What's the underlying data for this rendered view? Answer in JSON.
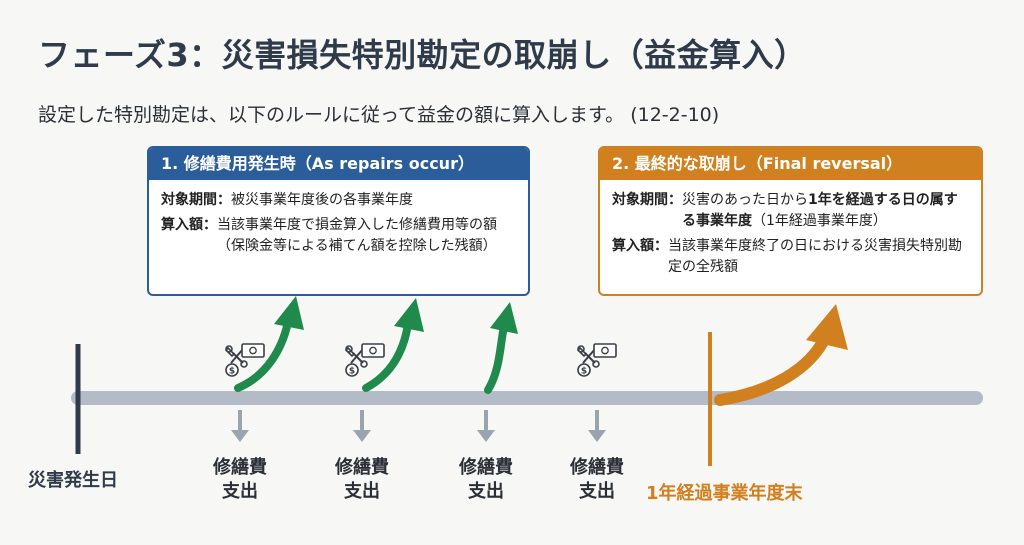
{
  "title": "フェーズ3：災害損失特別勘定の取崩し（益金算入）",
  "subtitle": "設定した特別勘定は、以下のルールに従って益金の額に算入します。 (12-2-10)",
  "box1": {
    "header": "1. 修繕費用発生時（As repairs occur）",
    "period_label": "対象期間：",
    "period_value": "被災事業年度後の各事業年度",
    "amount_label": "算入額：",
    "amount_value": "当該事業年度で損金算入した修繕費用等の額（保険金等による補てん額を控除した残額）"
  },
  "box2": {
    "header": "2. 最終的な取崩し（Final reversal）",
    "period_label": "対象期間：",
    "period_value_pre": "災害のあった日から",
    "period_value_bold": "1年を経過する日の属する事業年度",
    "period_value_post": "（1年経過事業年度）",
    "amount_label": "算入額：",
    "amount_value": "当該事業年度終了の日における災害損失特別勘定の全残額"
  },
  "timeline": {
    "start_label": "災害発生日",
    "end_label": "1年経過事業年度末",
    "expense_labels": [
      {
        "line1": "修繕費",
        "line2": "支出"
      },
      {
        "line1": "修繕費",
        "line2": "支出"
      },
      {
        "line1": "修繕費",
        "line2": "支出"
      },
      {
        "line1": "修繕費",
        "line2": "支出"
      }
    ]
  },
  "icons": [
    "repair-money-icon",
    "repair-money-icon",
    "repair-money-icon",
    "repair-money-icon"
  ],
  "colors": {
    "primary": "#2b5d9a",
    "accent": "#d1801f",
    "green_arrow": "#1f8a4c",
    "timeline": "#b3bcc6",
    "down_arrow": "#9aa4ae",
    "start_marker": "#2f3a4a"
  }
}
